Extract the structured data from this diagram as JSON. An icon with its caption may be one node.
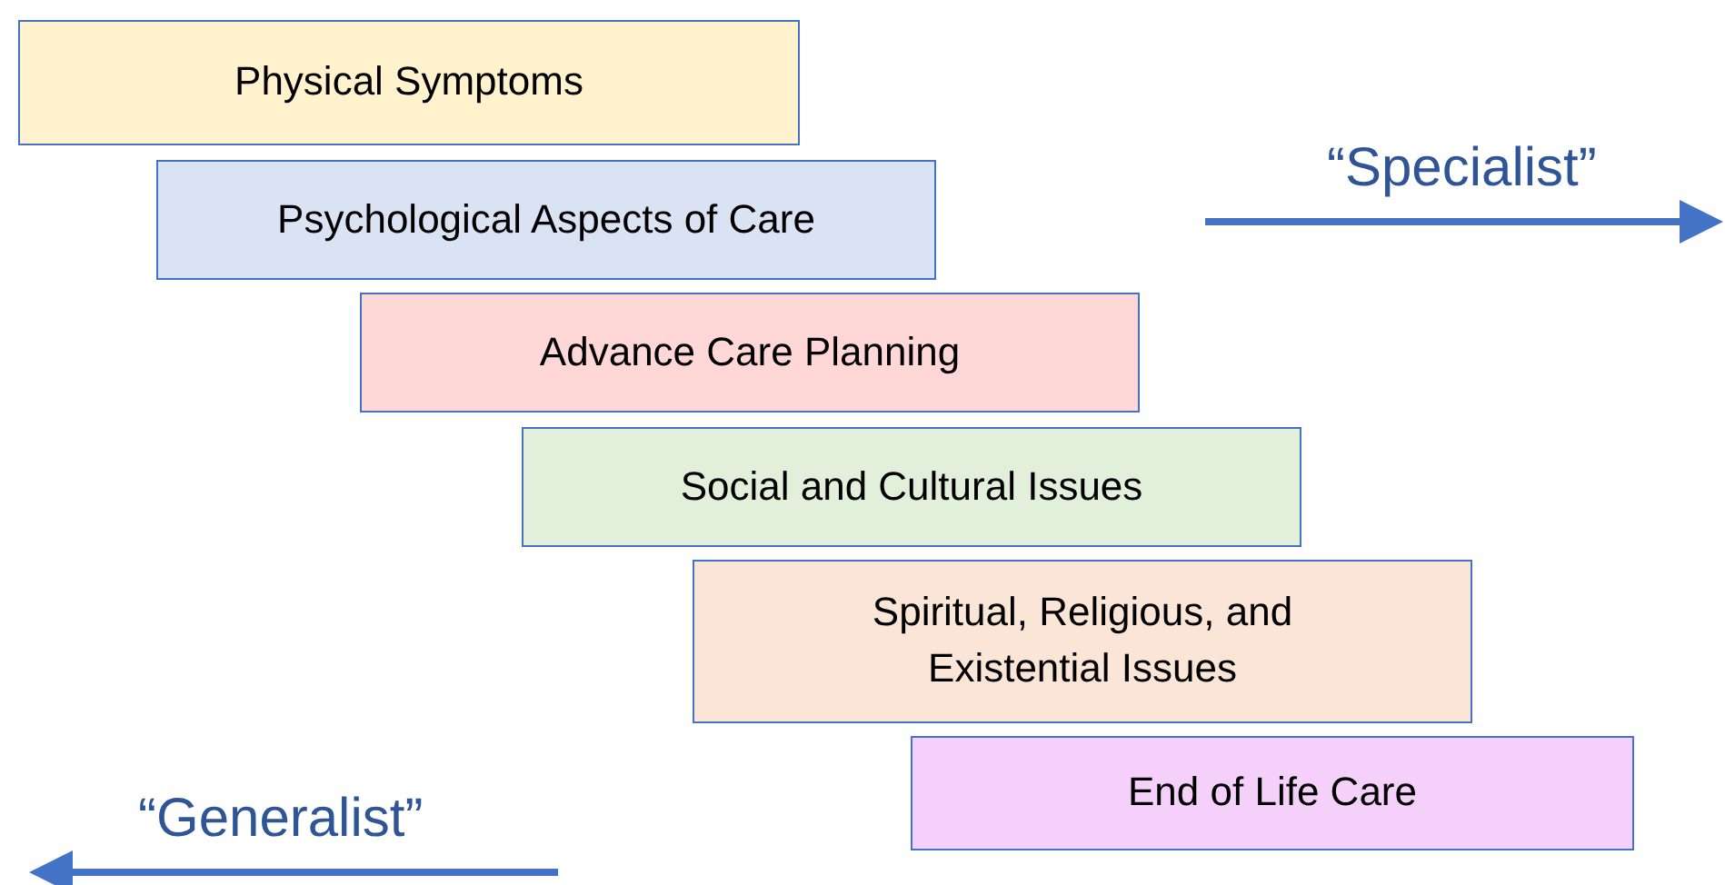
{
  "diagram": {
    "nodes": [
      {
        "text": [
          "Physical Symptoms"
        ]
      },
      {
        "text": [
          "Psychological Aspects of Care"
        ]
      },
      {
        "text": [
          "Advance Care Planning"
        ]
      },
      {
        "text": [
          "Social and Cultural Issues"
        ]
      },
      {
        "text": [
          "Spiritual, Religious, and Existential Issues"
        ]
      },
      {
        "text": [
          "End of Life Care"
        ]
      }
    ],
    "labels": [
      "“Specialist”",
      "“Generalist”"
    ]
  }
}
